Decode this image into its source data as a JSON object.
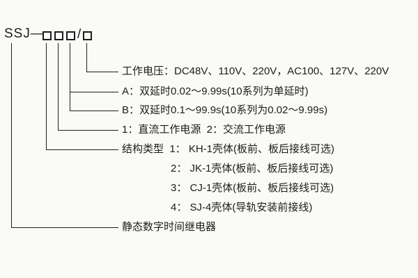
{
  "model": {
    "prefix": "SSJ—",
    "slash": "/"
  },
  "callouts": {
    "voltage": "工作电压：DC48V、110V、220V，AC100、127V、220V",
    "delay_a": "A：双延时0.02～9.99s(10系列为单延时)",
    "delay_b": "B：双延时0.1～99.9s(10系列为0.02～9.99s)",
    "power": "1：直流工作电源  2：交流工作电源",
    "structure": "结构类型  1： KH-1壳体(板前、板后接线可选)",
    "structure_2": "2： JK-1壳体(板前、板后接线可选)",
    "structure_3": "3： CJ-1壳体(板前、板后接线可选)",
    "structure_4": "4： SJ-4壳体(导轨安装前接线)",
    "product": "静态数字时间继电器"
  },
  "colors": {
    "line": "#1c1c1c",
    "text": "#1c1c1c",
    "background": "#fafaf7"
  }
}
